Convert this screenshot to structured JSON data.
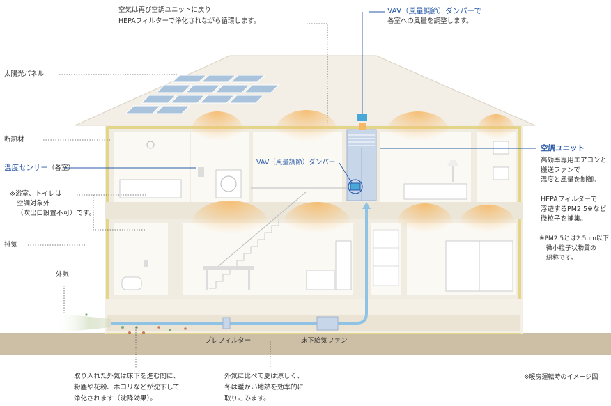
{
  "labels": {
    "air_return": [
      "空気は再び空調ユニットに戻り",
      "HEPAフィルターで浄化されながら循環します。"
    ],
    "vav_top_title": "VAV（風量調節）ダンパーで",
    "vav_top_desc": "各室への風量を調整します。",
    "solar": "太陽光パネル",
    "insulation": "断熱材",
    "temp_sensor_main": "温度センサー",
    "temp_sensor_sub": "（各室）",
    "bath_note": [
      "※浴室、トイレは",
      "空調対象外",
      "（吹出口設置不可）です。"
    ],
    "exhaust": "排気",
    "outside_air": "外気",
    "vav_mid": "VAV（風量調節）ダンパー",
    "ac_unit_title": "空調ユニット",
    "ac_unit_desc": [
      "高効率専用エアコンと",
      "搬送ファンで",
      "温度と風量を制御。"
    ],
    "hepa_desc": [
      "HEPAフィルターで",
      "浮遊するPM2.5※など",
      "微粒子を捕集。"
    ],
    "pm_note": [
      "※PM2.5とは2.5μm以下",
      "微小粒子状物質の",
      "総称です。"
    ],
    "prefilter": "プレフィルター",
    "floor_fan": "床下給気ファン",
    "bottom_left": [
      "取り入れた外気は床下を進む間に、",
      "粉塵や花粉、ホコリなどが沈下して",
      "浄化されます（沈降効果）。"
    ],
    "bottom_mid": [
      "外気に比べて夏は涼しく、",
      "冬は暖かい地熱を効率的に",
      "取りこみます。"
    ],
    "image_note": "※暖房運転時のイメージ図"
  },
  "colors": {
    "accent_blue": "#2a5aa8",
    "duct_blue": "#8fc3e6",
    "wall": "#f1ece1",
    "roof": "#f3efe6",
    "insulation_yellow": "#e3d58a",
    "solar_panel": "#a9c3dc",
    "ground": "#cdbfa6",
    "warm_glow": "#f6c27a"
  }
}
